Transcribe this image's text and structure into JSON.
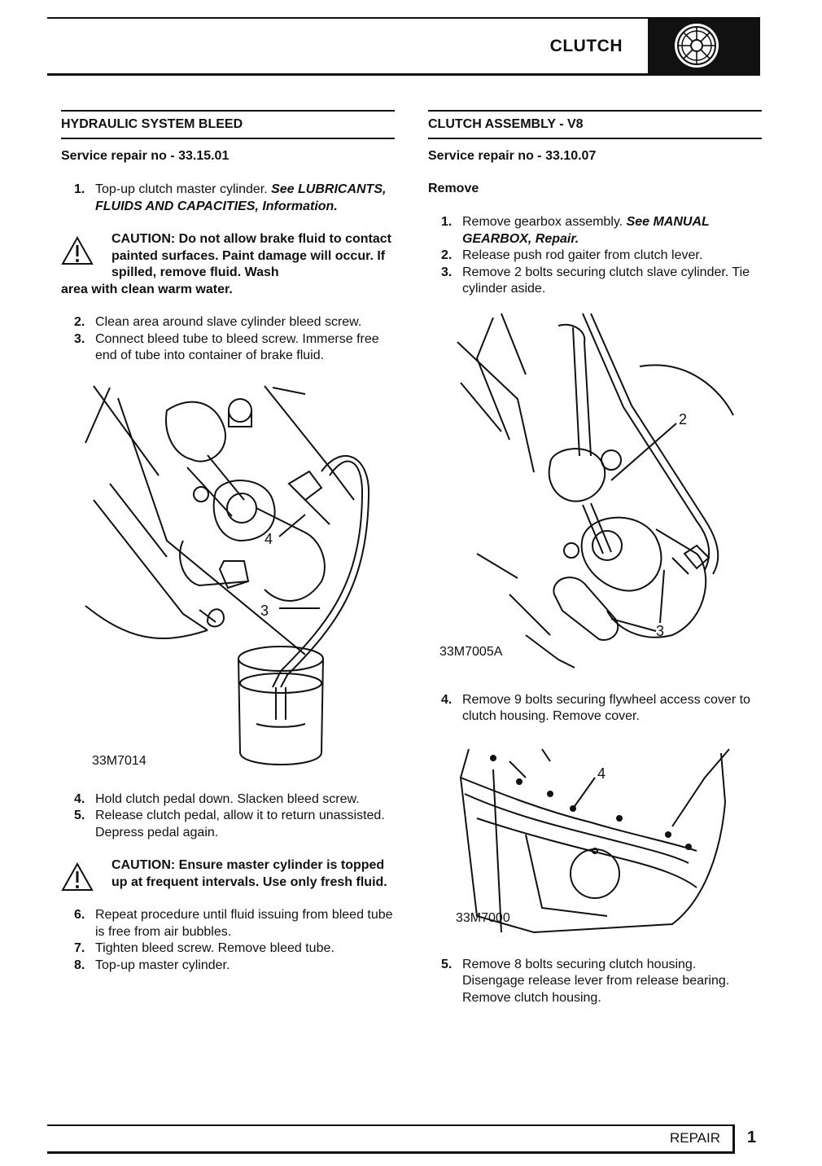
{
  "header": {
    "section": "CLUTCH"
  },
  "left": {
    "title": "HYDRAULIC SYSTEM BLEED",
    "service": "Service repair no - 33.15.01",
    "step1": {
      "num": "1.",
      "text": "Top-up clutch master cylinder. ",
      "ref": "See LUBRICANTS, FLUIDS AND CAPACITIES, Information."
    },
    "caution1": {
      "lead": "CAUTION: Do not allow brake fluid to contact painted surfaces. Paint damage will occur. If spilled, remove fluid. Wash",
      "tail": "area with clean warm water."
    },
    "steps_a": [
      {
        "num": "2.",
        "text": "Clean area around slave cylinder bleed screw."
      },
      {
        "num": "3.",
        "text": "Connect bleed tube to bleed screw. Immerse free end of tube into container of brake fluid."
      }
    ],
    "figure": {
      "code": "33M7014",
      "callouts": [
        "4",
        "3"
      ]
    },
    "steps_b": [
      {
        "num": "4.",
        "text": "Hold clutch pedal down. Slacken bleed screw."
      },
      {
        "num": "5.",
        "text": "Release clutch pedal, allow it to return unassisted. Depress pedal again."
      }
    ],
    "caution2": {
      "text": "CAUTION: Ensure master cylinder is topped up at frequent intervals. Use only fresh fluid."
    },
    "steps_c": [
      {
        "num": "6.",
        "text": "Repeat procedure until fluid issuing from bleed tube is free from air bubbles."
      },
      {
        "num": "7.",
        "text": "Tighten bleed screw. Remove bleed tube."
      },
      {
        "num": "8.",
        "text": "Top-up master cylinder."
      }
    ]
  },
  "right": {
    "title": "CLUTCH ASSEMBLY - V8",
    "service": "Service repair no - 33.10.07",
    "remove": "Remove",
    "step1": {
      "num": "1.",
      "text": "Remove gearbox assembly. ",
      "ref": "See MANUAL GEARBOX, Repair."
    },
    "steps_a": [
      {
        "num": "2.",
        "text": "Release push rod gaiter from clutch lever."
      },
      {
        "num": "3.",
        "text": "Remove 2 bolts securing clutch slave cylinder. Tie cylinder aside."
      }
    ],
    "figure1": {
      "code": "33M7005A",
      "callouts": [
        "2",
        "3"
      ]
    },
    "step4": {
      "num": "4.",
      "text": "Remove 9 bolts securing flywheel access cover to clutch housing. Remove cover."
    },
    "figure2": {
      "code": "33M7000",
      "callouts": [
        "4"
      ]
    },
    "step5": {
      "num": "5.",
      "text": "Remove 8 bolts securing clutch housing. Disengage release lever from release bearing. Remove clutch housing."
    }
  },
  "footer": {
    "section": "REPAIR",
    "page": "1"
  },
  "icons": {
    "header": "clutch-plate-icon",
    "caution": "warning-triangle-icon"
  }
}
